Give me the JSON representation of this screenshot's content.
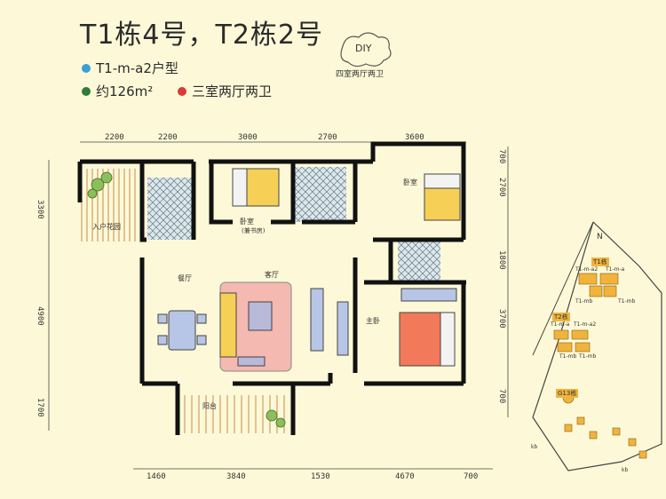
{
  "title": "T1栋4号，T2栋2号",
  "unit_type": "T1-m-a2户型",
  "area": "约126m²",
  "layout": "三室两厅两卫",
  "diy_badge": "DIY",
  "diy_caption": "四室两厅两卫",
  "colors": {
    "unit_dot": "#3aa0d6",
    "area_dot": "#2e7d3a",
    "layout_dot": "#d93a3a"
  },
  "dims_top": [
    "2200",
    "2200",
    "3000",
    "2700",
    "3600"
  ],
  "dims_bottom": [
    "1460",
    "3840",
    "1530",
    "4670",
    "700"
  ],
  "dims_left": [
    "3300",
    "4900",
    "1700"
  ],
  "dims_right": [
    "700",
    "2700",
    "1800",
    "3700",
    "700"
  ],
  "rooms": {
    "garden": "入户花园",
    "bed_study": "卧室",
    "bed_study_note": "(兼书房)",
    "bed2": "卧室",
    "dining": "餐厅",
    "living": "客厅",
    "master": "主卧",
    "balcony": "阳台"
  },
  "site": {
    "north": "N",
    "t1": "T1栋",
    "t2": "T2栋",
    "g13": "G13栋",
    "t1_labels": [
      "T1-m-a2",
      "T1-m-a",
      "T1-mb",
      "T1-mb"
    ],
    "t2_labels": [
      "T1-m-a",
      "T1-m-a2",
      "T1-mb",
      "T1-mb"
    ],
    "kb": "kb"
  }
}
